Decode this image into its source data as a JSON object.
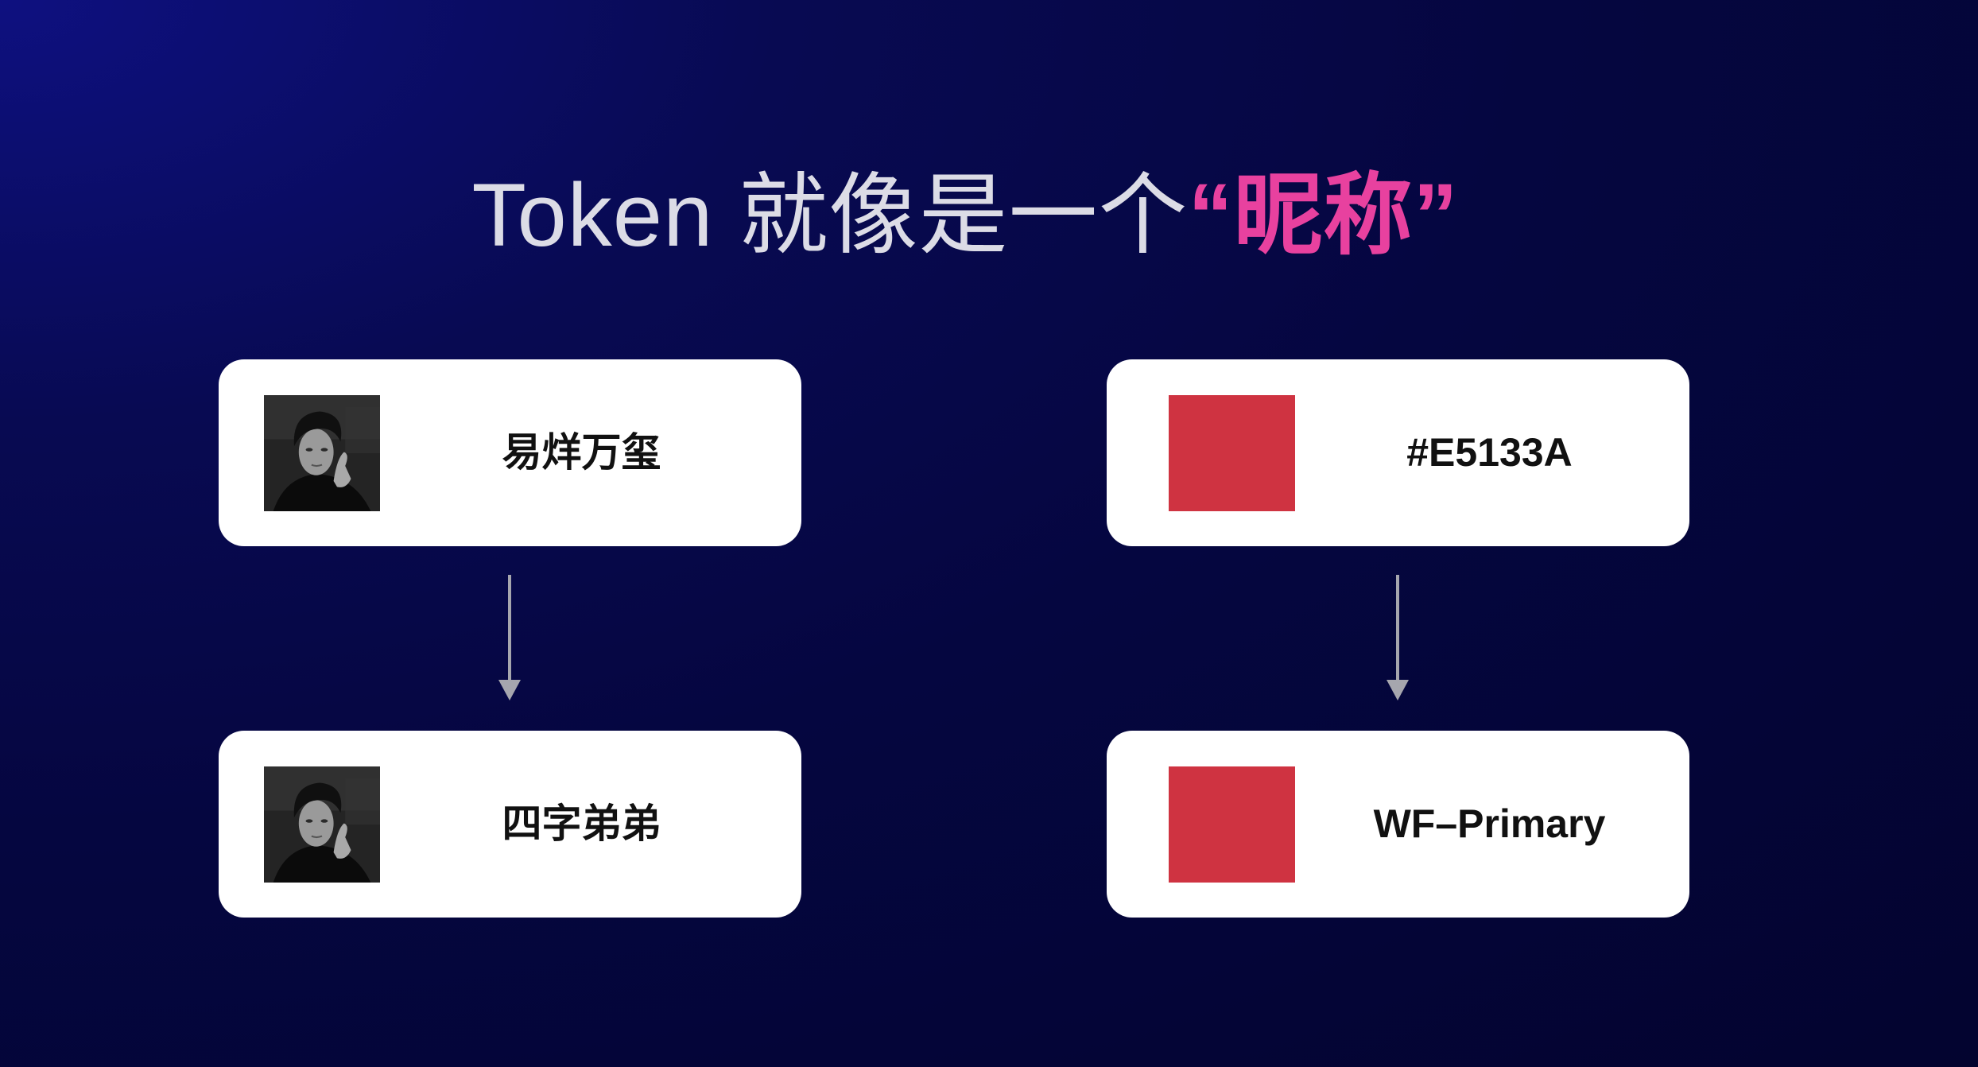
{
  "title": {
    "prefix": "Token 就像是一个",
    "highlight": "“昵称”"
  },
  "colors": {
    "accent": "#E8419F",
    "swatch": "#CF3341"
  },
  "examples": [
    {
      "kind": "person",
      "top": {
        "label": "易烊万玺"
      },
      "bottom": {
        "label": "四字弟弟"
      }
    },
    {
      "kind": "color",
      "top": {
        "label": "#E5133A"
      },
      "bottom": {
        "label": "WF–Primary"
      }
    }
  ],
  "icons": {
    "arrow": "arrow-down-icon",
    "avatar": "portrait-photo"
  }
}
